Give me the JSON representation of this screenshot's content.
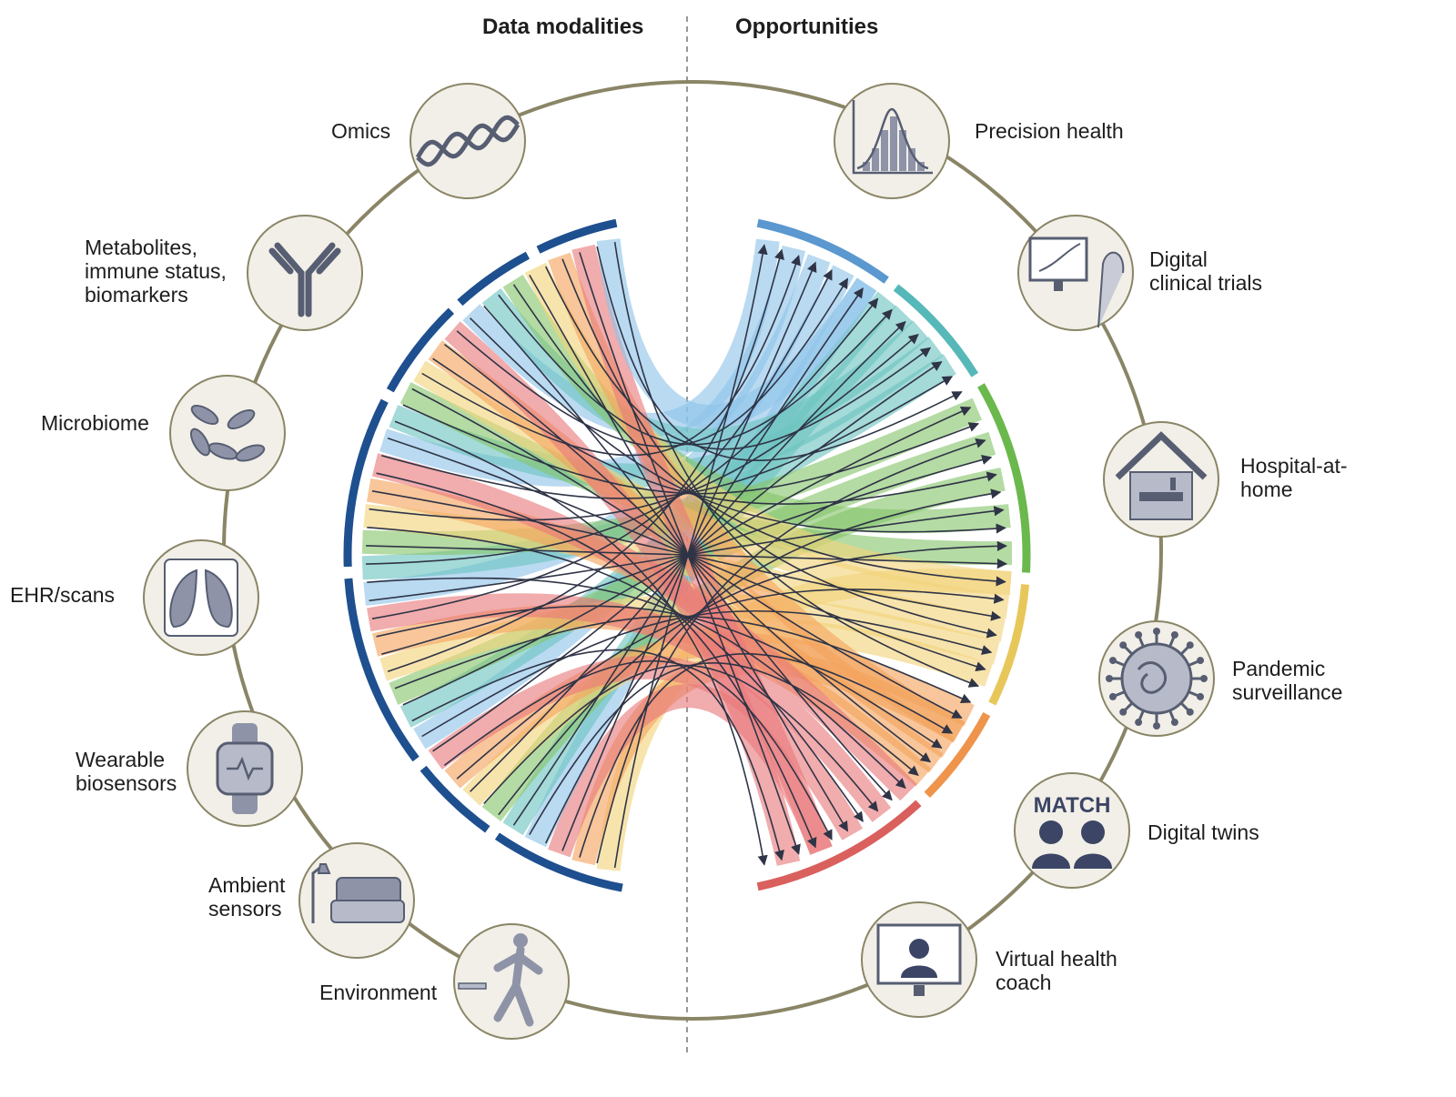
{
  "headings": {
    "left": "Data modalities",
    "right": "Opportunities"
  },
  "modalities": [
    {
      "label": "Omics",
      "icon": "dna-helix-icon"
    },
    {
      "label": "Metabolites,\nimmune status,\nbiomarkers",
      "icon": "antibody-icon"
    },
    {
      "label": "Microbiome",
      "icon": "bacteria-icon"
    },
    {
      "label": "EHR/scans",
      "icon": "lungs-scan-icon"
    },
    {
      "label": "Wearable\nbiosensors",
      "icon": "smartwatch-icon"
    },
    {
      "label": "Ambient\nsensors",
      "icon": "bedroom-lamp-icon"
    },
    {
      "label": "Environment",
      "icon": "runner-smoking-icon"
    }
  ],
  "opportunities": [
    {
      "label": "Precision health",
      "icon": "distribution-chart-icon"
    },
    {
      "label": "Digital\nclinical trials",
      "icon": "monitor-cuff-icon"
    },
    {
      "label": "Hospital-at-\nhome",
      "icon": "house-bed-icon"
    },
    {
      "label": "Pandemic\nsurveillance",
      "icon": "virus-icon"
    },
    {
      "label": "Digital twins",
      "icon": "match-people-icon",
      "badge": "MATCH"
    },
    {
      "label": "Virtual health\ncoach",
      "icon": "screen-coach-icon"
    }
  ],
  "colors": {
    "modality_arc": "#1e4f8f",
    "outer_ring": "#8a8566",
    "icon_bg": "#f1efe7",
    "icon_stroke": "#575e72",
    "flow": [
      "#8ec3e8",
      "#6cc4c0",
      "#86c56b",
      "#f2d37a",
      "#f4a35c",
      "#e8797a"
    ],
    "opportunity_arcs": [
      "#5a98cf",
      "#56b8b8",
      "#6bb84d",
      "#e8c75a",
      "#ee944b",
      "#d9605d"
    ],
    "arrow": "#2f3446"
  }
}
